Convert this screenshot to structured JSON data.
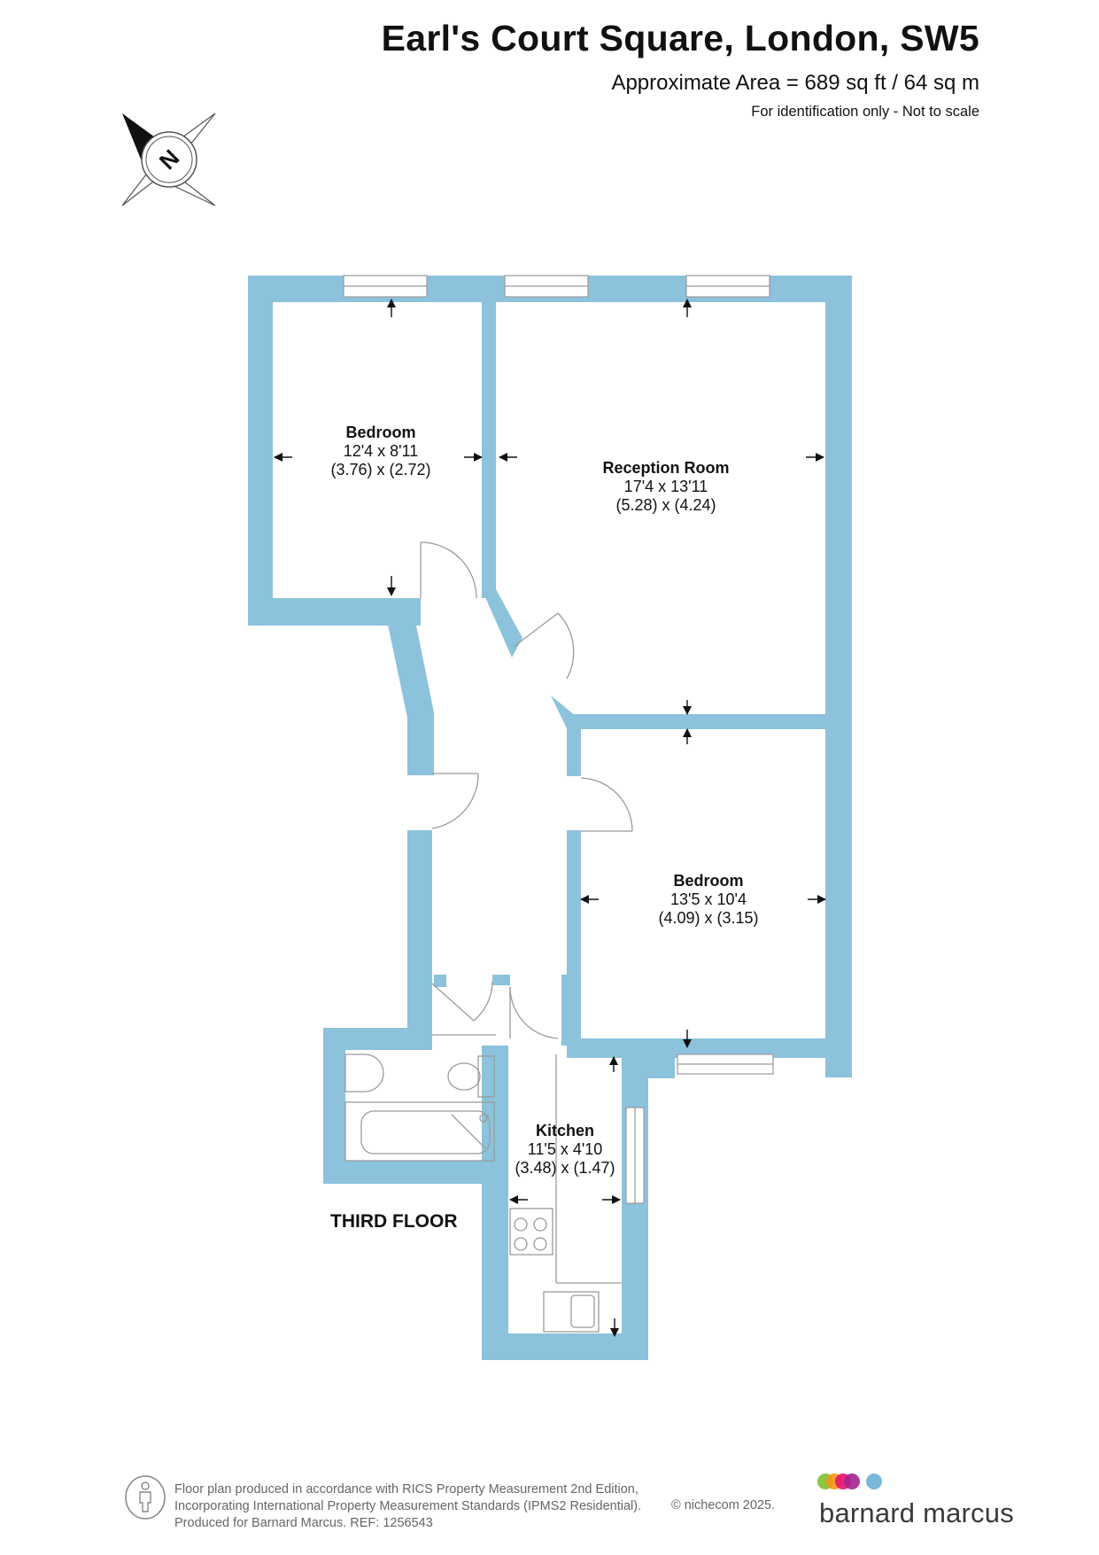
{
  "header": {
    "title": "Earl's Court Square, London, SW5",
    "area": "Approximate Area = 689 sq ft / 64 sq m",
    "note": "For identification only - Not to scale"
  },
  "compass": {
    "icon": "north-compass-icon",
    "letter": "N"
  },
  "rooms": [
    {
      "name": "Bedroom",
      "dims_imperial": "12'4 x 8'11",
      "dims_metric": "(3.76) x (2.72)"
    },
    {
      "name": "Reception Room",
      "dims_imperial": "17'4 x 13'11",
      "dims_metric": "(5.28) x (4.24)"
    },
    {
      "name": "Bedroom",
      "dims_imperial": "13'5 x 10'4",
      "dims_metric": "(4.09) x (3.15)"
    },
    {
      "name": "Kitchen",
      "dims_imperial": "11'5 x 4'10",
      "dims_metric": "(3.48) x (1.47)"
    }
  ],
  "floor_label": "THIRD FLOOR",
  "colors": {
    "wall": "#8cc2dc",
    "fixture": "#b0b0b0",
    "text": "#111111"
  },
  "footer": {
    "icon": "person-measure-icon",
    "line1": "Floor plan produced in accordance with RICS Property Measurement 2nd Edition,",
    "line2": "Incorporating International Property Measurement Standards (IPMS2 Residential).",
    "line3": "Produced for Barnard Marcus.   REF:  1256543",
    "copyright": "© nichecom 2025.",
    "brand": "barnard marcus",
    "brand_dot_colors": [
      "#8dc63f",
      "#f7941d",
      "#e2136e",
      "#a3238e",
      "#7ab8d9"
    ]
  }
}
